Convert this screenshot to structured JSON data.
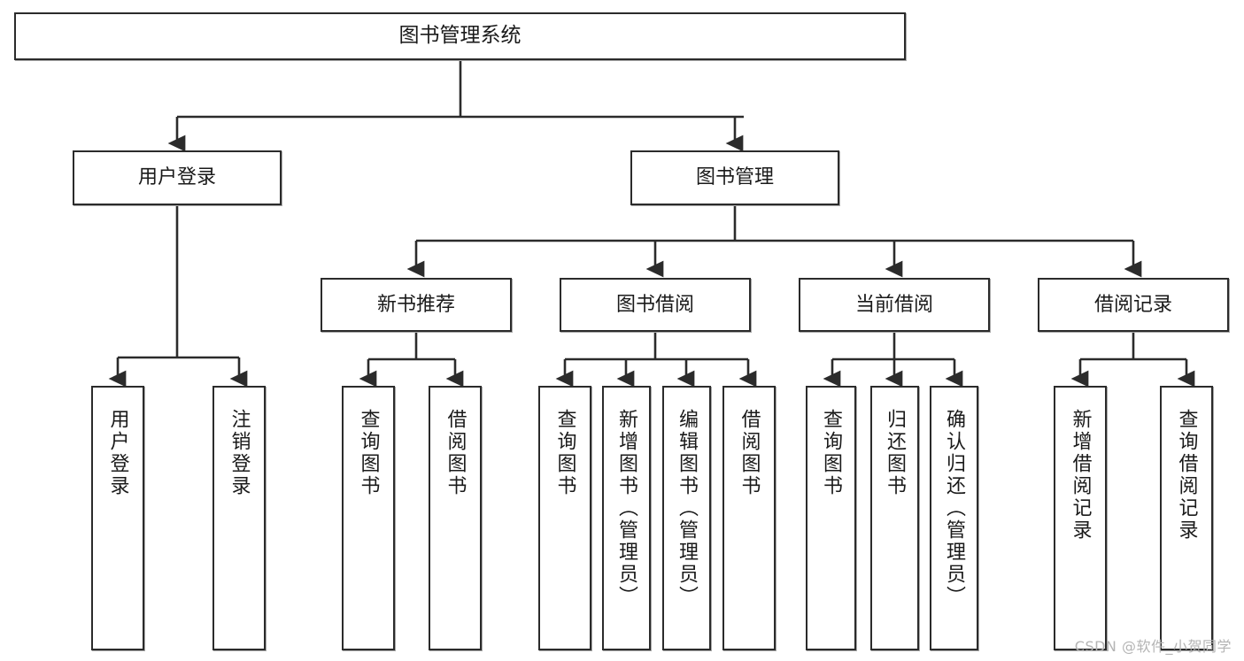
{
  "diagram": {
    "title": "图书管理系统",
    "type": "tree",
    "watermark": "CSDN @软件_小贺同学",
    "stroke_color": "#2b2b2b",
    "fill_color": "#ffffff",
    "text_color": "#1a1a1a"
  },
  "root": {
    "label": "图书管理系统"
  },
  "level2": [
    {
      "label": "用户登录"
    },
    {
      "label": "图书管理"
    }
  ],
  "level3": [
    {
      "label": "新书推荐"
    },
    {
      "label": "图书借阅"
    },
    {
      "label": "当前借阅"
    },
    {
      "label": "借阅记录"
    }
  ],
  "leaves": {
    "user_login": [
      {
        "label": "用户登录"
      },
      {
        "label": "注销登录"
      }
    ],
    "new_book_recommend": [
      {
        "label": "查询图书"
      },
      {
        "label": "借阅图书"
      }
    ],
    "book_borrow": [
      {
        "label": "查询图书"
      },
      {
        "label": "新增图书（管理员）"
      },
      {
        "label": "编辑图书（管理员）"
      },
      {
        "label": "借阅图书"
      }
    ],
    "current_borrow": [
      {
        "label": "查询图书"
      },
      {
        "label": "归还图书"
      },
      {
        "label": "确认归还（管理员）"
      }
    ],
    "borrow_records": [
      {
        "label": "新增借阅记录"
      },
      {
        "label": "查询借阅记录"
      }
    ]
  }
}
